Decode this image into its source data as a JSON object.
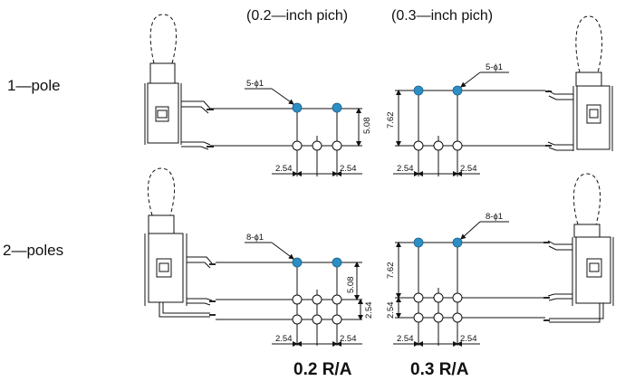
{
  "headers": {
    "pitch_02": "(0.2—inch pich)",
    "pitch_03": "(0.3—inch pich)"
  },
  "rows": {
    "one_pole": "1—pole",
    "two_poles": "2—poles"
  },
  "dims": {
    "one_pole_02": {
      "holes": "5-ϕ1",
      "vertical": "5.08",
      "left_pitch": "2.54",
      "right_pitch": "2.54"
    },
    "one_pole_03": {
      "holes": "5-ϕ1",
      "vertical": "7.62",
      "left_pitch": "2.54",
      "right_pitch": "2.54"
    },
    "two_poles_02": {
      "holes": "8-ϕ1",
      "vertical": "5.08",
      "row_pitch": "2.54",
      "left_pitch": "2.54",
      "right_pitch": "2.54"
    },
    "two_poles_03": {
      "holes": "8-ϕ1",
      "vertical": "7.62",
      "row_pitch": "2.54",
      "left_pitch": "2.54",
      "right_pitch": "2.54"
    }
  },
  "titles": {
    "ra_02": "0.2 R/A",
    "ra_03": "0.3 R/A"
  },
  "colors": {
    "pad_fill": "#2b8fc4",
    "line": "#111111"
  }
}
